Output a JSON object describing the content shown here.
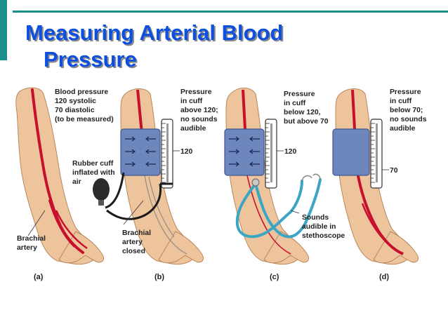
{
  "slide": {
    "title_line1": "Measuring Arterial Blood",
    "title_line2": "Pressure"
  },
  "colors": {
    "accent": "#1a8f8c",
    "title": "#0d4fe0",
    "skin": "#eec49d",
    "artery": "#c8102e",
    "cuff": "#6d87bd",
    "stethoscope": "#3aa6c4"
  },
  "panels": {
    "a": {
      "label": "(a)",
      "bp_note": [
        "Blood pressure",
        "120 systolic",
        "70 diastolic",
        "(to be measured)"
      ],
      "artery_label": [
        "Brachial",
        "artery"
      ]
    },
    "b": {
      "label": "(b)",
      "pressure_note": [
        "Pressure",
        "in cuff",
        "above 120;",
        "no sounds",
        "audible"
      ],
      "gauge_value": "120",
      "cuff_label": [
        "Rubber cuff",
        "inflated with",
        "air"
      ],
      "artery_label": [
        "Brachial",
        "artery",
        "closed"
      ]
    },
    "c": {
      "label": "(c)",
      "pressure_note": [
        "Pressure",
        "in cuff",
        "below 120,",
        "but above 70"
      ],
      "gauge_value": "120",
      "sound_label": [
        "Sounds",
        "audible in",
        "stethoscope"
      ]
    },
    "d": {
      "label": "(d)",
      "pressure_note": [
        "Pressure",
        "in cuff",
        "below 70;",
        "no sounds",
        "audible"
      ],
      "gauge_value": "70"
    }
  }
}
